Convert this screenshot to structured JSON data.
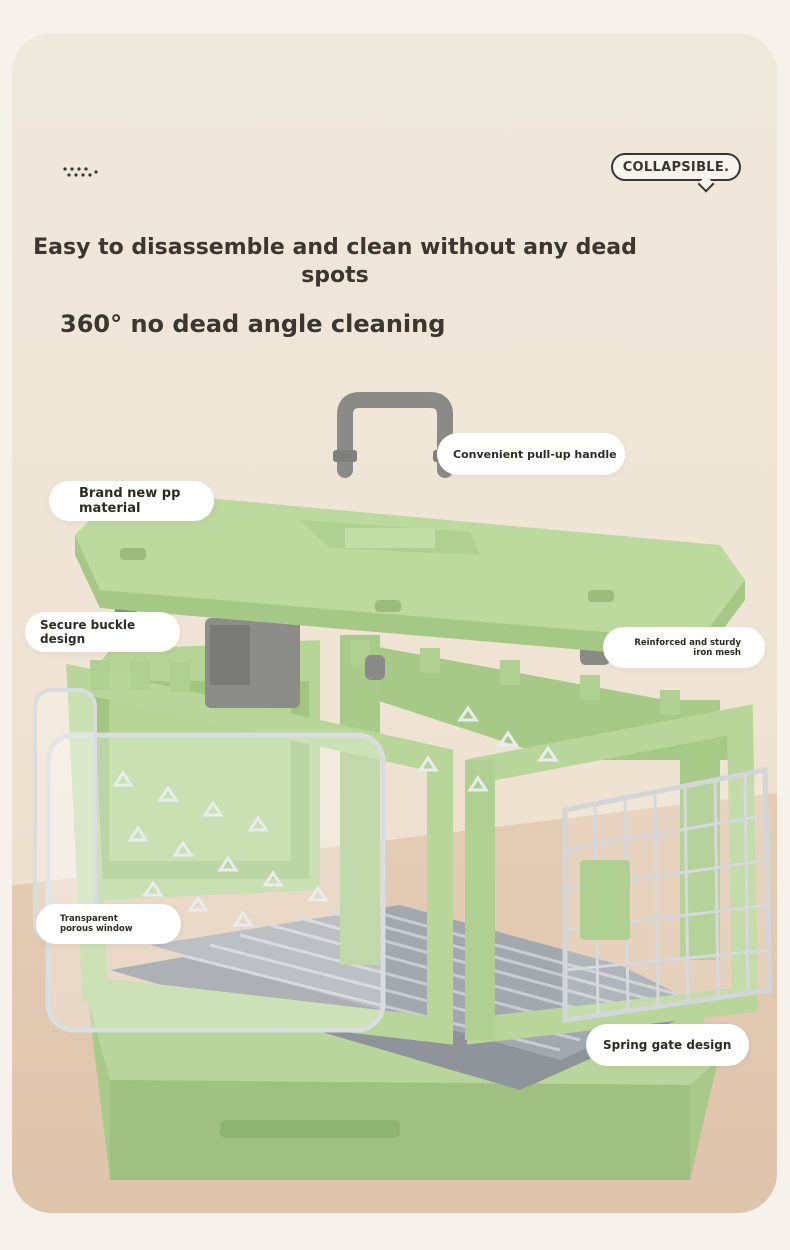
{
  "brand_badge": "COLLAPSIBLE.",
  "headline": "Easy to disassemble and clean without any dead spots",
  "subheadline": "360° no dead angle cleaning",
  "callouts": {
    "handle": "Convenient pull-up handle",
    "material": "Brand new pp material",
    "buckle": "Secure buckle design",
    "iron_mesh": "Reinforced and sturdy iron mesh",
    "window": "Transparent porous window",
    "gate": "Spring gate design"
  },
  "colors": {
    "background": "#efe8dd",
    "product_green": "#b9d69a",
    "product_green_dark": "#a3c682",
    "handle_gray": "#8a8a86",
    "tray_gray": "#9aa0a6",
    "text": "#3c3630"
  },
  "icons": [
    "decorative-dots-icon",
    "speech-bubble-badge-icon"
  ]
}
